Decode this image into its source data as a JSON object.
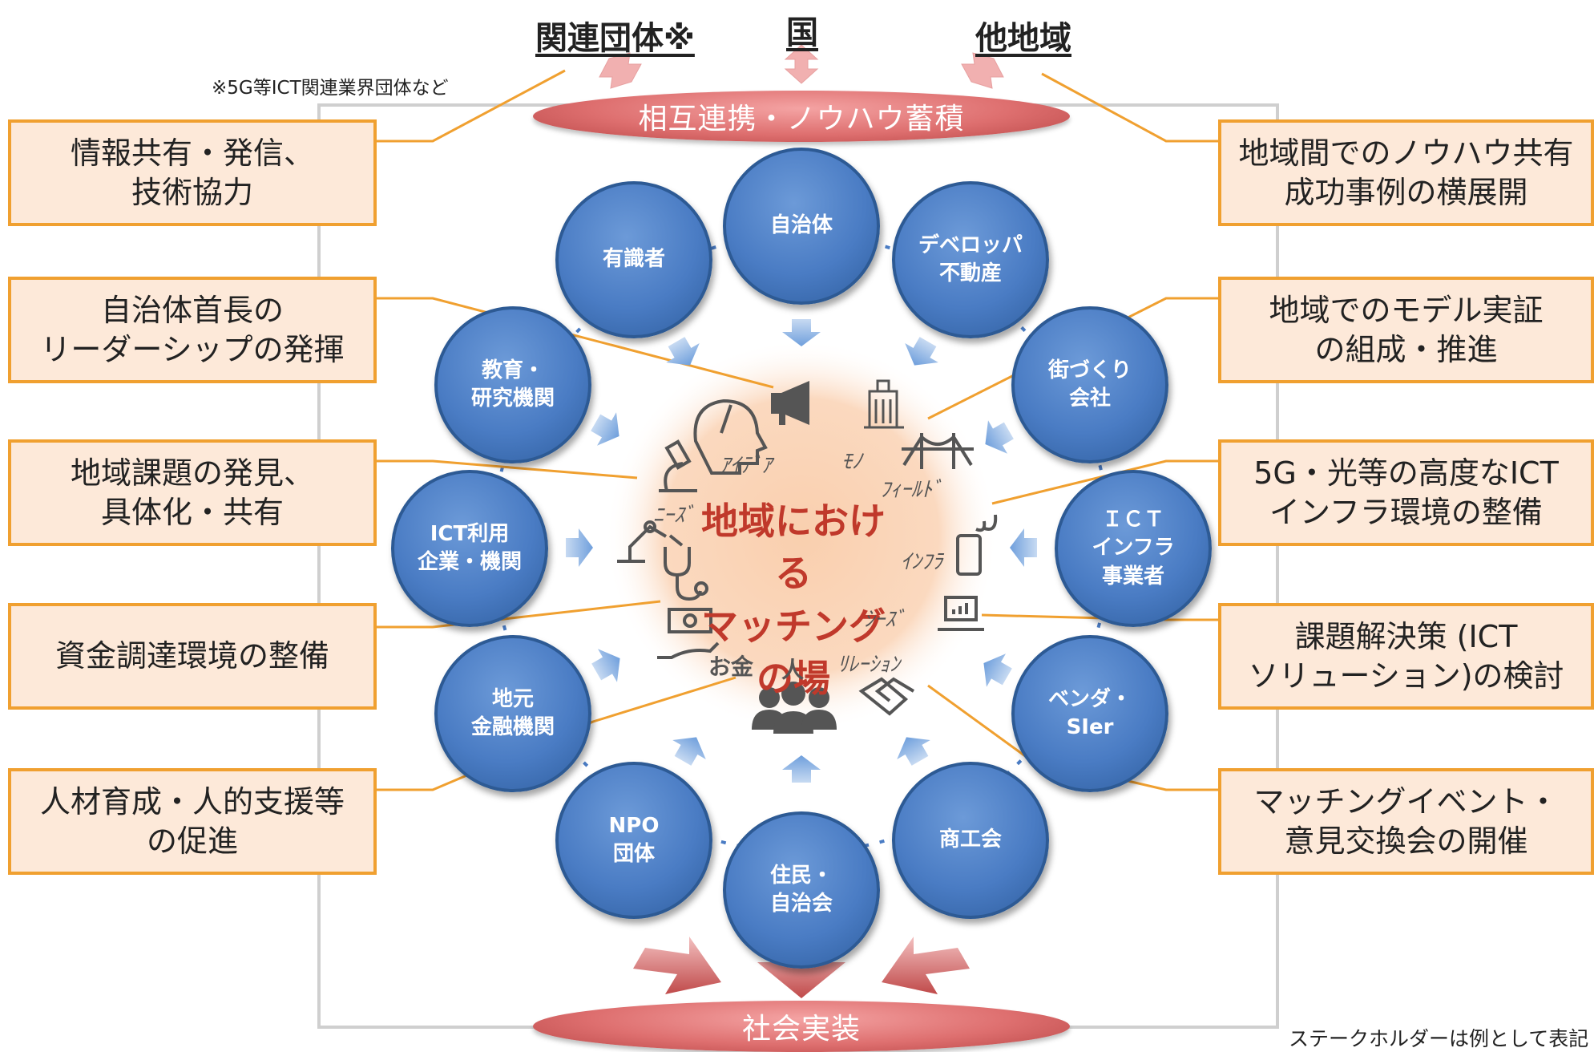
{
  "top_labels": {
    "left": "関連団体※",
    "center": "国",
    "right": "他地域"
  },
  "footnote": "※5G等ICT関連業界団体など",
  "top_banner": "相互連携・ノウハウ蓄積",
  "bottom_banner": "社会実装",
  "center_title": "地域における\nマッチング\nの場",
  "left_boxes": [
    "情報共有・発信、\n技術協力",
    "自治体首長の\nリーダーシップの発揮",
    "地域課題の発見、\n具体化・共有",
    "資金調達環境の整備",
    "人材育成・人的支援等\nの促進"
  ],
  "right_boxes": [
    "地域間でのノウハウ共有\n成功事例の横展開",
    "地域でのモデル実証\nの組成・推進",
    "5G・光等の高度なICT\nインフラ環境の整備",
    "課題解決策 (ICT\nソリューション)の検討",
    "マッチングイベント・\n意見交換会の開催"
  ],
  "stakeholders": [
    "自治体",
    "デベロッパ\n不動産",
    "街づくり\n会社",
    "ＩＣＴ\nインフラ\n事業者",
    "ベンダ・\nSIer",
    "商工会",
    "住民・\n自治会",
    "NPO\n団体",
    "地元\n金融機関",
    "ICT利用\n企業・機関",
    "教育・\n研究機関",
    "有識者"
  ],
  "icon_labels": {
    "idea": "ｱｲﾃﾞｱ",
    "mono": "ﾓﾉ",
    "field": "ﾌｨｰﾙﾄﾞ",
    "needs": "ﾆｰｽﾞ",
    "infra": "ｲﾝﾌﾗ",
    "seeds": "ｼｰｽﾞ",
    "relation": "ﾘﾚｰｼｮﾝ",
    "money": "お金",
    "people": "人"
  },
  "footer_note": "ステークホルダーは例として表記",
  "colors": {
    "node_blue": "#4a7cc4",
    "box_fill": "#fde9d9",
    "box_border": "#f0a030",
    "banner_red": "#de6f6f",
    "center_text": "#c0392b",
    "center_glow": "#f7c7a3"
  }
}
